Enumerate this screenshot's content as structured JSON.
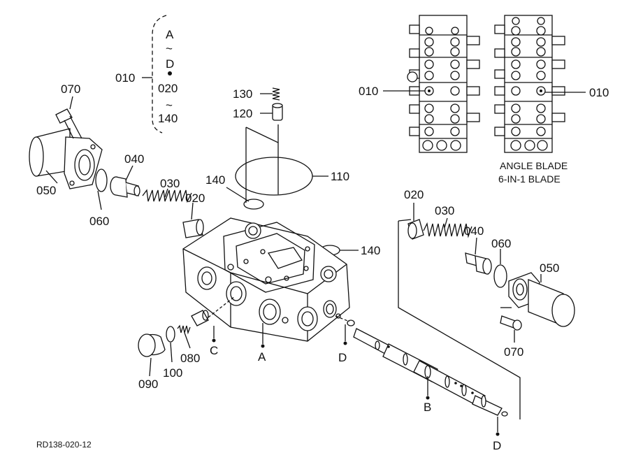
{
  "labels": {
    "p010_left": "010",
    "p010_r1": "010",
    "p010_r2": "010",
    "range_a": "A",
    "tilde": "~",
    "range_d": "D",
    "range_020": "020",
    "range_140": "140",
    "p070_left": "070",
    "p050_left": "050",
    "p060_left": "060",
    "p040_left": "040",
    "p030_left": "030",
    "p020_left": "020",
    "p130": "130",
    "p120": "120",
    "p110": "110",
    "p140_left": "140",
    "p140_right": "140",
    "p020_right": "020",
    "p030_right": "030",
    "p040_right": "040",
    "p060_right": "060",
    "p050_right": "050",
    "p070_right": "070",
    "p090": "090",
    "p100": "100",
    "p080": "080",
    "mark_c": "C",
    "mark_a": "A",
    "mark_d1": "D",
    "mark_b": "B",
    "mark_d2": "D",
    "variant_line1": "ANGLE BLADE",
    "variant_line2": "6-IN-1 BLADE",
    "ref_code": "RD138-020-12"
  }
}
